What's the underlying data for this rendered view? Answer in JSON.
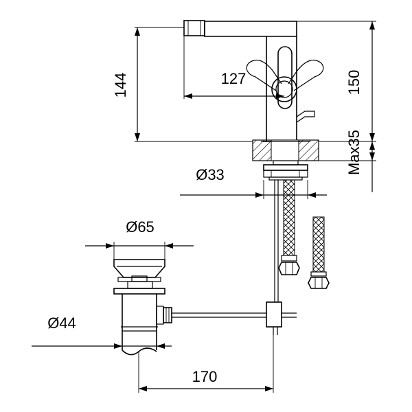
{
  "drawing": {
    "dimensions": {
      "spout_height": "144",
      "spout_reach": "127",
      "overall_height": "150",
      "max_deck_thickness": "Max35",
      "shank_diameter": "Ø33",
      "waste_top_diameter": "Ø65",
      "waste_body_diameter": "Ø44",
      "waste_offset": "170"
    },
    "colors": {
      "line": "#000000",
      "background": "#ffffff"
    }
  }
}
